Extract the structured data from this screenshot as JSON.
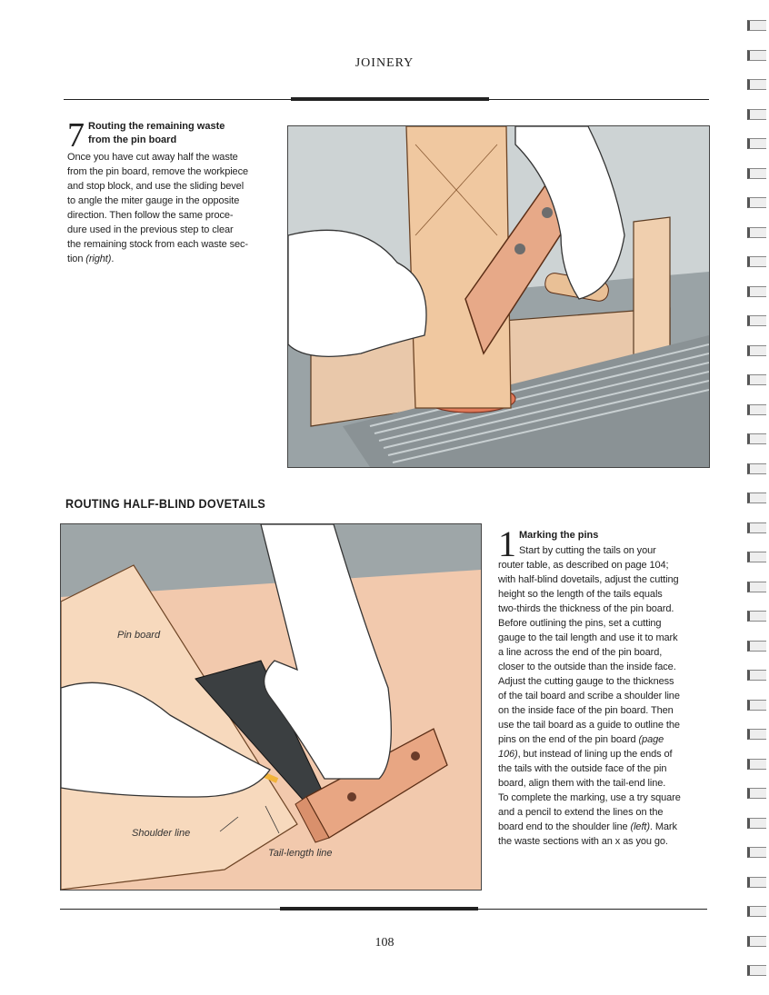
{
  "header": {
    "running_head": "JOINERY"
  },
  "step7": {
    "number": "7",
    "heading_line1": "Routing the remaining waste",
    "heading_line2": "from the pin board",
    "body_lines": [
      "Once you have cut away half the waste",
      "from the pin board, remove the workpiece",
      "and stop block, and use the sliding bevel",
      "to angle the miter gauge in the opposite",
      "direction. Then follow the same proce-",
      "dure used in the previous step to clear",
      "the remaining stock from each waste sec-"
    ],
    "body_last_prefix": "tion ",
    "body_last_italic": "(right)",
    "body_last_suffix": "."
  },
  "section": {
    "heading": "ROUTING HALF-BLIND DOVETAILS"
  },
  "figure2": {
    "labels": {
      "pin_board": "Pin board",
      "shoulder_line": "Shoulder line",
      "tail_length_line": "Tail-length line"
    }
  },
  "step1": {
    "number": "1",
    "heading": "Marking the pins",
    "first_line": "Start by cutting the tails on your",
    "body_lines": [
      "router table, as described on page 104;",
      "with half-blind dovetails, adjust the cutting",
      "height so the length of the tails equals",
      "two-thirds the thickness of the pin board.",
      "Before outlining the pins, set a cutting",
      "gauge to the tail length and use it to mark",
      "a line across the end of the pin board,",
      "closer to the outside than the inside face.",
      "Adjust the cutting gauge to the thickness",
      "of the tail board and scribe a shoulder line",
      "on the inside face of the pin board. Then",
      "use the tail board as a guide to outline the"
    ],
    "line13_prefix": "pins on the end of the pin board ",
    "line13_italic": "(page",
    "line14_italic": "106)",
    "line14_suffix": ", but instead of lining up the ends of",
    "body_lines_b": [
      "the tails with the outside face of the pin",
      "board, align them with the tail-end line.",
      "To complete the marking, use a try square",
      "and a pencil to extend the lines on the"
    ],
    "line19_prefix": "board end to the shoulder line ",
    "line19_italic": "(left)",
    "line19_suffix": ". Mark",
    "last_line": "the waste sections with an x as you go."
  },
  "footer": {
    "page_number": "108"
  }
}
